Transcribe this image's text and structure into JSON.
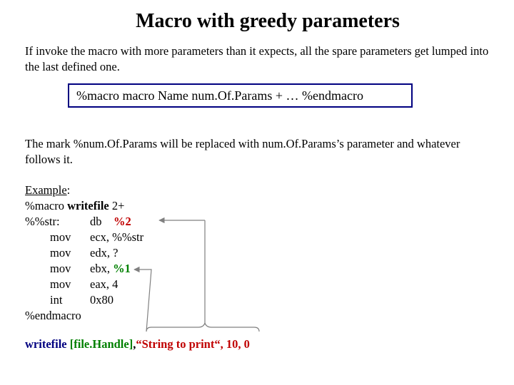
{
  "title": "Macro with greedy parameters",
  "intro": "If invoke the macro with more parameters than it expects, all the spare parameters get lumped into the last defined one.",
  "syntax_box": "%macro  macro  Name num.Of.Params + … %endmacro",
  "description": "The mark %num.Of.Params will be replaced with num.Of.Params’s parameter and whatever follows it.",
  "example": {
    "heading": "Example",
    "colon": ":",
    "macro_line": {
      "directive": "%macro",
      "name": "writefile",
      "count": "2+"
    },
    "label_line": {
      "label": "%%str:",
      "op": "db",
      "arg": "%2"
    },
    "instructions": [
      {
        "op": "mov",
        "args": "ecx, %%str"
      },
      {
        "op": "mov",
        "args": "edx, ?"
      },
      {
        "op": "mov",
        "args": "ebx, ",
        "highlight": "%1"
      },
      {
        "op": "mov",
        "args": "eax, 4"
      },
      {
        "op": "int",
        "args": "0x80"
      }
    ],
    "end": "%endmacro"
  },
  "invocation": {
    "name": "writefile",
    "param1": "[file.Handle]",
    "sep": ",",
    "param2": "“String to print“, 10, 0"
  },
  "colors": {
    "navy": "#000080",
    "red": "#c00000",
    "green": "#008000",
    "arrow": "#808080"
  }
}
